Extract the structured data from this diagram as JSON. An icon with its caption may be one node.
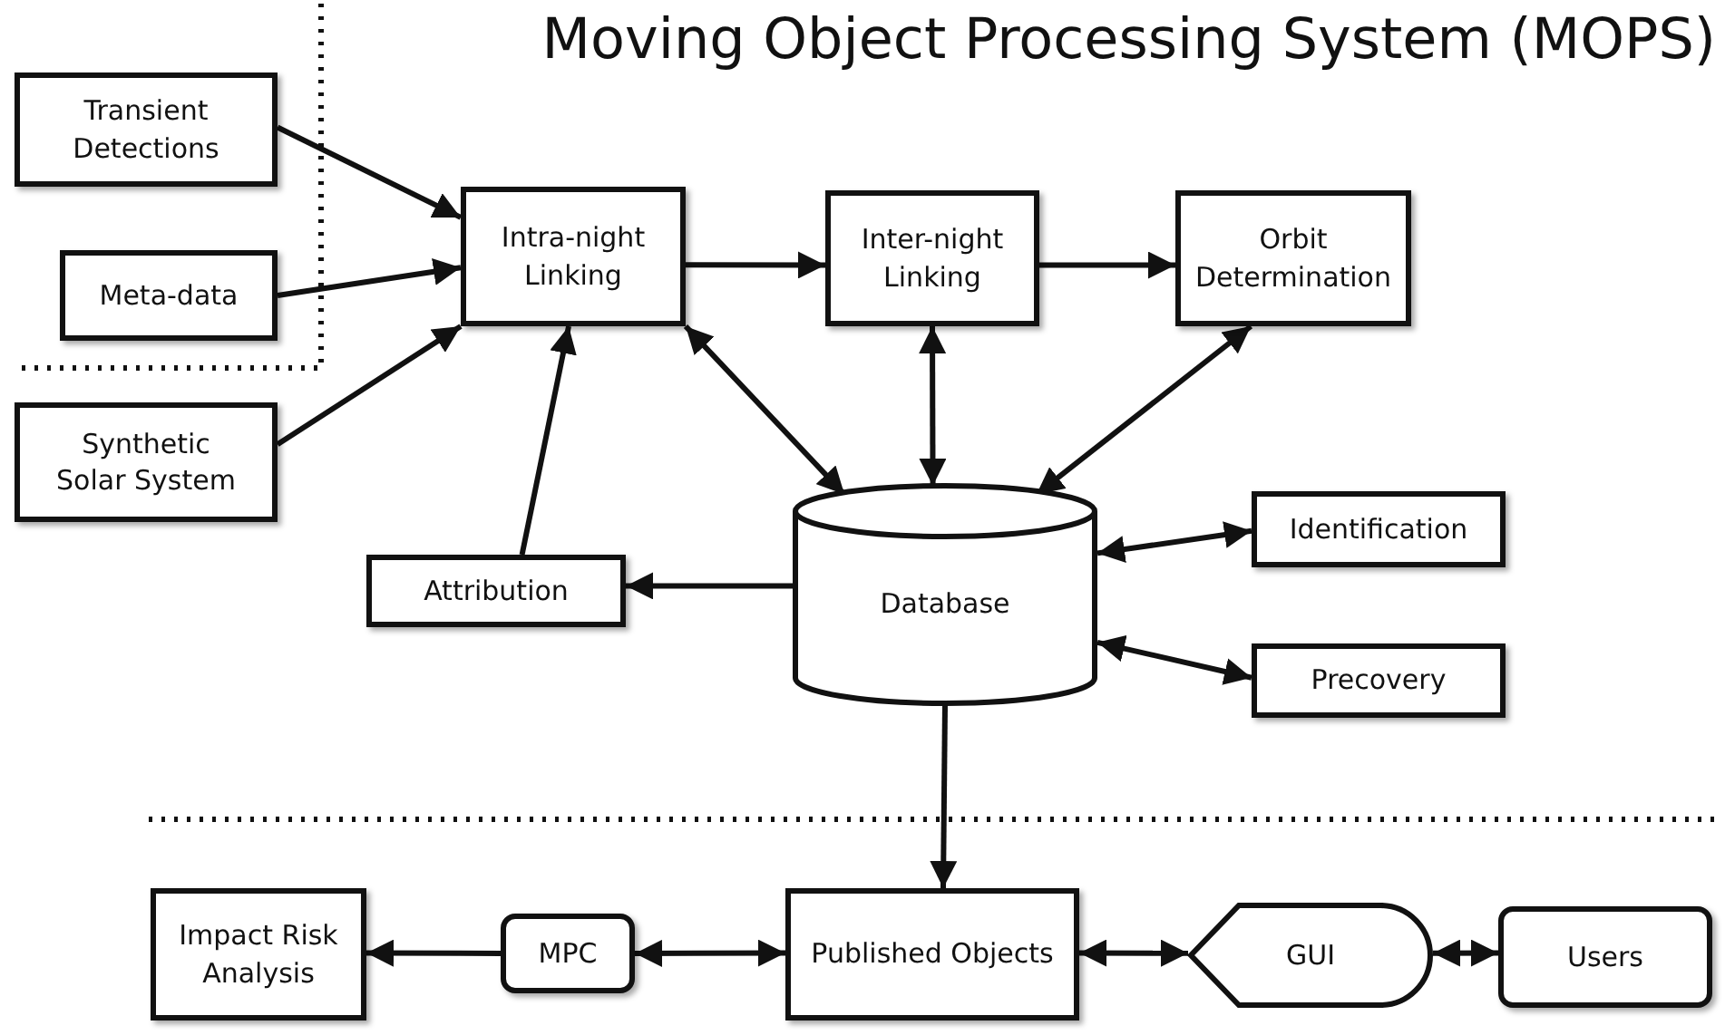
{
  "diagram": {
    "title": "Moving Object Processing System (MOPS)",
    "nodes": [
      {
        "text": [
          "Transient Detections"
        ]
      },
      {
        "text": [
          "Intra-night Linking"
        ]
      },
      {
        "text": [
          "Inter-night Linking"
        ]
      },
      {
        "text": [
          "Orbit Determination"
        ]
      },
      {
        "text": [
          "Meta-data"
        ]
      },
      {
        "text": [
          "Synthetic Solar System"
        ]
      },
      {
        "text": [
          "Database"
        ]
      },
      {
        "text": [
          "Identification"
        ]
      },
      {
        "text": [
          "Attribution"
        ]
      },
      {
        "text": [
          "Precovery"
        ]
      },
      {
        "text": [
          "Impact Risk Analysis"
        ]
      },
      {
        "text": [
          "MPC"
        ]
      },
      {
        "text": [
          "Published Objects"
        ]
      },
      {
        "text": [
          "GUI"
        ]
      },
      {
        "text": [
          "Users"
        ]
      }
    ],
    "edges": [
      {
        "from": 0,
        "to": 1,
        "arrow": "to"
      },
      {
        "from": 4,
        "to": 1,
        "arrow": "to"
      },
      {
        "from": 5,
        "to": 1,
        "arrow": "to"
      },
      {
        "from": 1,
        "to": 2,
        "arrow": "to"
      },
      {
        "from": 2,
        "to": 3,
        "arrow": "to"
      },
      {
        "from": 1,
        "to": 6,
        "arrow": "both"
      },
      {
        "from": 2,
        "to": 6,
        "arrow": "both"
      },
      {
        "from": 3,
        "to": 6,
        "arrow": "both"
      },
      {
        "from": 6,
        "to": 8,
        "arrow": "to"
      },
      {
        "from": 8,
        "to": 1,
        "arrow": "to"
      },
      {
        "from": 6,
        "to": 7,
        "arrow": "both"
      },
      {
        "from": 6,
        "to": 9,
        "arrow": "both"
      },
      {
        "from": 6,
        "to": 12,
        "arrow": "to"
      },
      {
        "from": 12,
        "to": 11,
        "arrow": "both"
      },
      {
        "from": 11,
        "to": 10,
        "arrow": "to"
      },
      {
        "from": 12,
        "to": 13,
        "arrow": "both"
      },
      {
        "from": 13,
        "to": 14,
        "arrow": "both"
      }
    ]
  }
}
